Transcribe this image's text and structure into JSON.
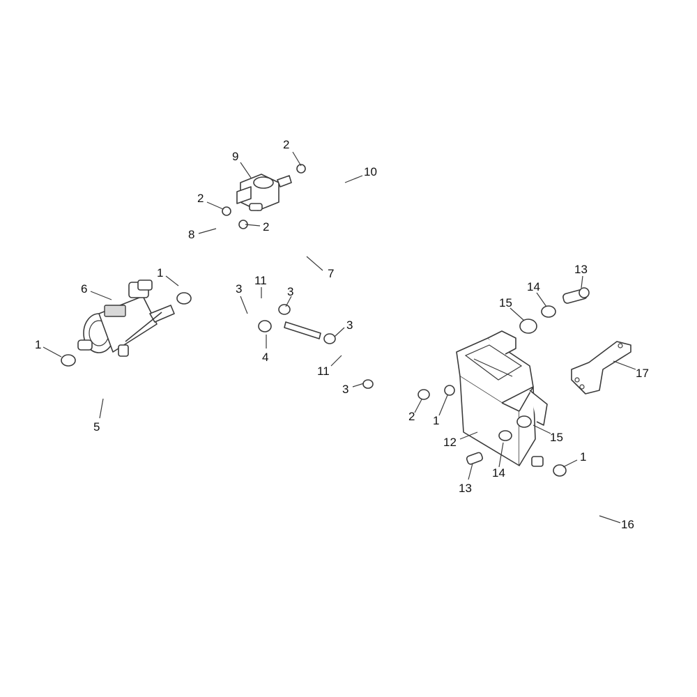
{
  "callouts": [
    {
      "id": "c1",
      "text": "2"
    },
    {
      "id": "c2",
      "text": "10"
    },
    {
      "id": "c3",
      "text": "9"
    },
    {
      "id": "c4",
      "text": "2"
    },
    {
      "id": "c5",
      "text": "2"
    },
    {
      "id": "c6",
      "text": "8"
    },
    {
      "id": "c7",
      "text": "7"
    },
    {
      "id": "c8",
      "text": "1"
    },
    {
      "id": "c9",
      "text": "6"
    },
    {
      "id": "c10",
      "text": "3"
    },
    {
      "id": "c11",
      "text": "11"
    },
    {
      "id": "c12",
      "text": "3"
    },
    {
      "id": "c13",
      "text": "1"
    },
    {
      "id": "c14",
      "text": "4"
    },
    {
      "id": "c15",
      "text": "3"
    },
    {
      "id": "c16",
      "text": "11"
    },
    {
      "id": "c17",
      "text": "3"
    },
    {
      "id": "c18",
      "text": "5"
    },
    {
      "id": "c19",
      "text": "13"
    },
    {
      "id": "c20",
      "text": "14"
    },
    {
      "id": "c21",
      "text": "15"
    },
    {
      "id": "c22",
      "text": "17"
    },
    {
      "id": "c23",
      "text": "2"
    },
    {
      "id": "c24",
      "text": "1"
    },
    {
      "id": "c25",
      "text": "12"
    },
    {
      "id": "c26",
      "text": "15"
    },
    {
      "id": "c27",
      "text": "1"
    },
    {
      "id": "c28",
      "text": "14"
    },
    {
      "id": "c29",
      "text": "13"
    },
    {
      "id": "c30",
      "text": "16"
    }
  ]
}
